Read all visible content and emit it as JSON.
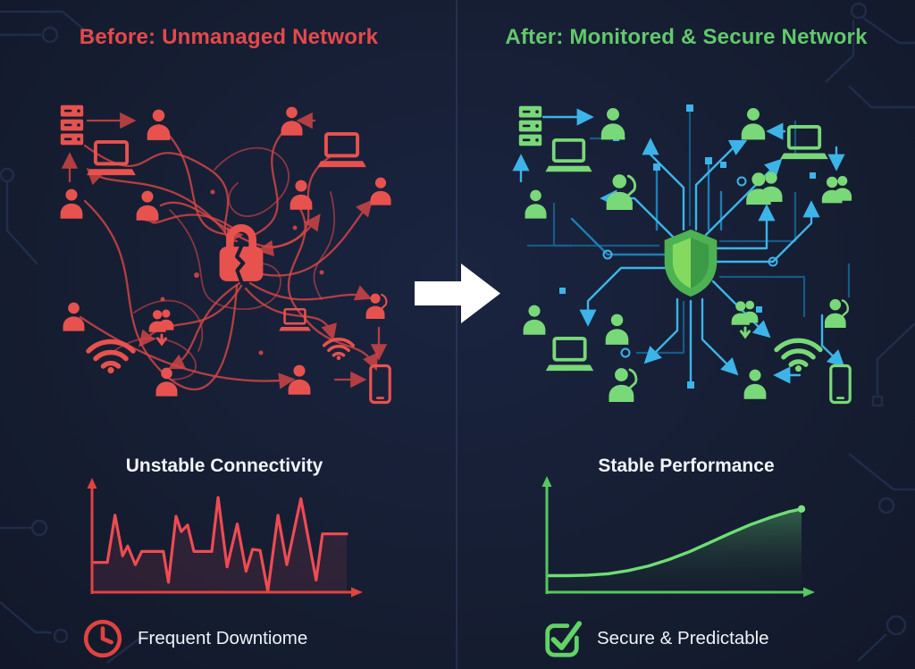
{
  "panels": {
    "before": {
      "title": "Before: Unmanaged Network",
      "caption": "Frequent Downtiome",
      "caption_icon": "clock-icon",
      "center_icon": "broken-lock-icon"
    },
    "after": {
      "title": "After: Monitored & Secure Network",
      "caption": "Secure & Predictable",
      "caption_icon": "checkbox-checked-icon",
      "center_icon": "shield-icon"
    }
  },
  "center_arrow": {
    "icon": "right-arrow-icon",
    "direction": "right",
    "color": "#ffffff"
  },
  "icons": {
    "before_network": [
      "server-icon",
      "laptop-icon",
      "user-icon",
      "users-group-icon",
      "wifi-icon",
      "smartphone-icon",
      "broken-lock-icon"
    ],
    "after_network": [
      "server-icon",
      "laptop-icon",
      "user-icon",
      "users-group-icon",
      "headset-user-icon",
      "wifi-icon",
      "smartphone-icon",
      "shield-icon"
    ],
    "caption_icons": [
      "clock-icon",
      "checkbox-checked-icon"
    ]
  },
  "colors": {
    "background": "#161e33",
    "before_title": "#e5494b",
    "before_accent": "#e8524e",
    "after_title": "#62c96b",
    "after_accent": "#79d878",
    "circuit_bright": "#3db4e8",
    "circuit_dark": "#1f7db4",
    "arrow": "#ffffff",
    "text": "#eef1f7"
  },
  "chart_data": [
    {
      "type": "line",
      "title": "Unstable Connectivity",
      "line_color": "#ef4b52",
      "axis_color": "#e04340",
      "xlim": [
        0,
        100
      ],
      "ylim": [
        0,
        100
      ],
      "baseline": 0,
      "end_dot": false,
      "grid": false,
      "points": [
        [
          0,
          27
        ],
        [
          6,
          27
        ],
        [
          9,
          70
        ],
        [
          12,
          33
        ],
        [
          14,
          42
        ],
        [
          17,
          25
        ],
        [
          19.5,
          37
        ],
        [
          28,
          37
        ],
        [
          30,
          9
        ],
        [
          33,
          69
        ],
        [
          35,
          55
        ],
        [
          37.5,
          61
        ],
        [
          40,
          37
        ],
        [
          47,
          37
        ],
        [
          49.5,
          86
        ],
        [
          53,
          23
        ],
        [
          57,
          62
        ],
        [
          60.5,
          19
        ],
        [
          63,
          39
        ],
        [
          66,
          38
        ],
        [
          69,
          1
        ],
        [
          73,
          70
        ],
        [
          76.5,
          25
        ],
        [
          82,
          85
        ],
        [
          88,
          11
        ],
        [
          90.5,
          53
        ],
        [
          100,
          53
        ]
      ]
    },
    {
      "type": "line",
      "title": "Stable Performance",
      "line_color": "#6ede74",
      "axis_color": "#55c95f",
      "xlim": [
        0,
        100
      ],
      "ylim": [
        0,
        100
      ],
      "baseline": 0,
      "end_dot": true,
      "grid": false,
      "points": [
        [
          0,
          18
        ],
        [
          8,
          18
        ],
        [
          16,
          18.5
        ],
        [
          24,
          20
        ],
        [
          32,
          23.5
        ],
        [
          40,
          28.5
        ],
        [
          48,
          35.5
        ],
        [
          56,
          44
        ],
        [
          64,
          54
        ],
        [
          72,
          64
        ],
        [
          80,
          73.5
        ],
        [
          88,
          81.5
        ],
        [
          95,
          87.5
        ],
        [
          100,
          90.5
        ]
      ]
    }
  ]
}
